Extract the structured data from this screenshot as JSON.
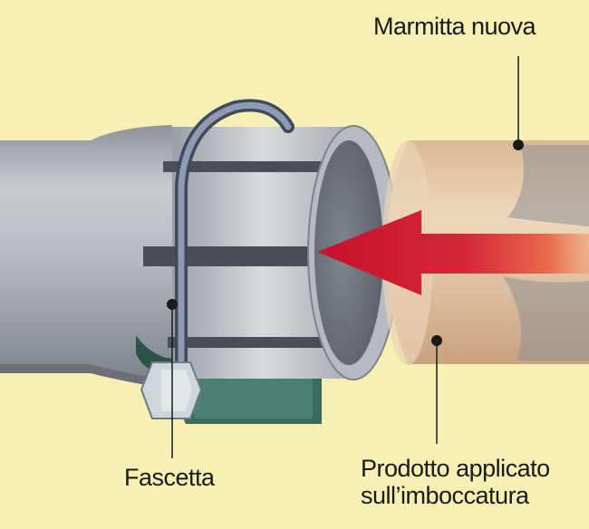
{
  "diagram": {
    "labels": {
      "new_muffler": "Marmitta nuova",
      "clamp": "Fascetta",
      "product_line1": "Prodotto applicato",
      "product_line2": "sull’imboccatura"
    },
    "colors": {
      "background": "#f7efb3",
      "pipe": "#b9bdc3",
      "new_pipe": "#e4c8a8",
      "arrow": "#c8102e",
      "clamp_band": "#6f7f98",
      "bracket": "#3c6b5e"
    }
  }
}
